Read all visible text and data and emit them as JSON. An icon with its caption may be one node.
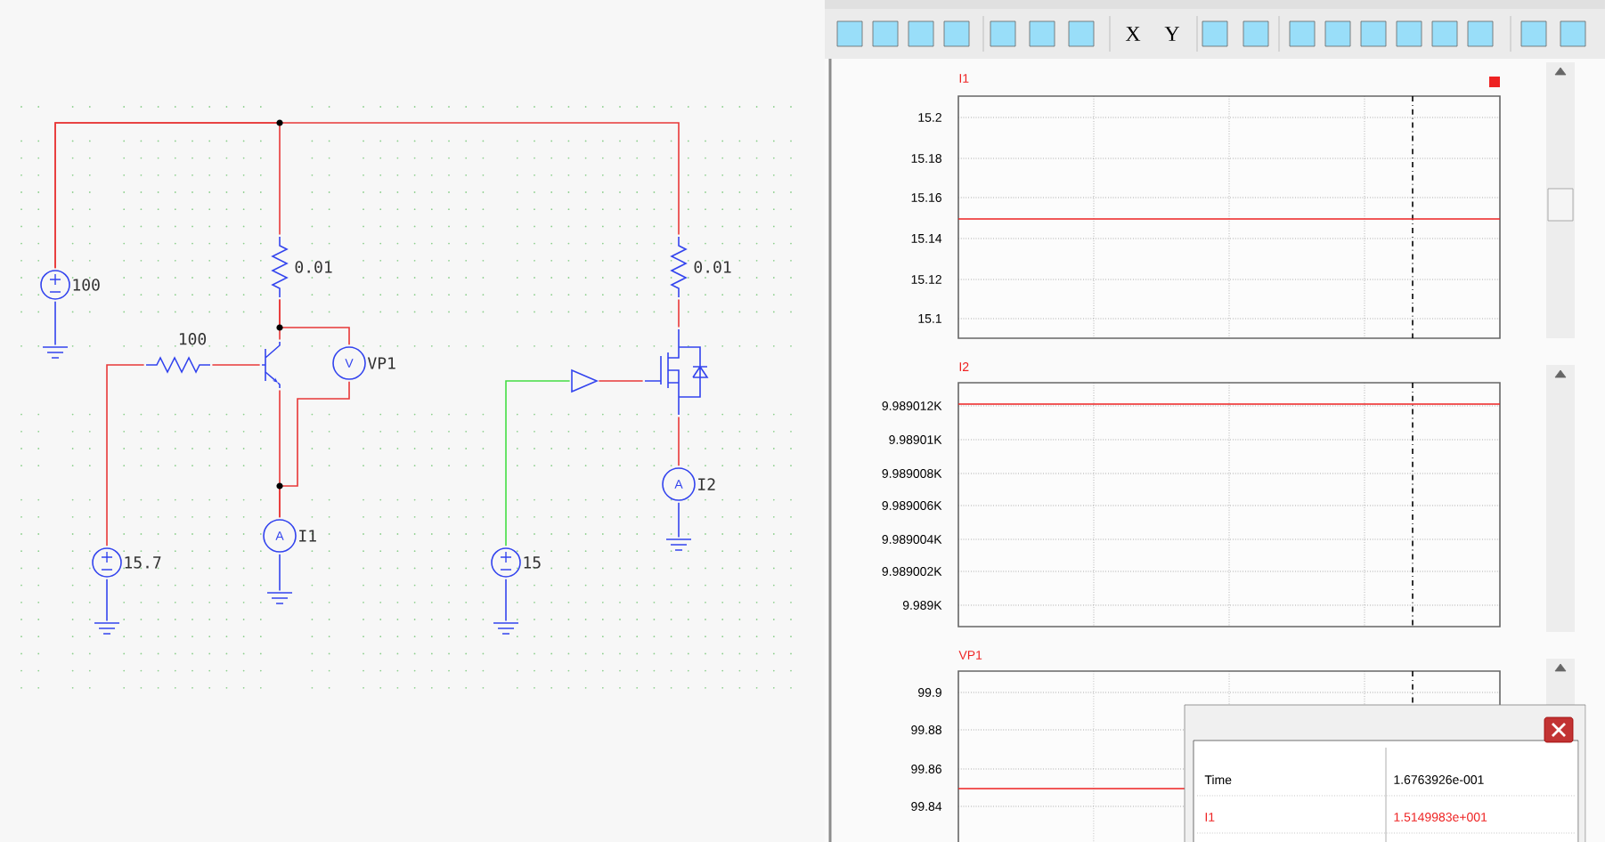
{
  "diagram": {
    "nodes": [
      {
        "text": [
          "100"
        ]
      },
      {
        "text": [
          "0.01"
        ]
      },
      {
        "text": [
          "100"
        ]
      },
      {
        "text": [],
        "shape": "transistor"
      },
      {
        "text": [
          "V",
          "VP1"
        ]
      },
      {
        "text": [
          "15.7"
        ]
      },
      {
        "text": [
          "A",
          "I1"
        ]
      },
      {
        "text": [
          "0.01"
        ]
      },
      {
        "text": [],
        "shape": "transistor"
      },
      {
        "text": [],
        "shape": "triangle"
      },
      {
        "text": [
          "15"
        ]
      },
      {
        "text": [
          "A",
          "I2"
        ]
      },
      {
        "text": [],
        "shape": "ground"
      },
      {
        "text": [],
        "shape": "ground"
      },
      {
        "text": [],
        "shape": "ground"
      },
      {
        "text": [],
        "shape": "ground"
      },
      {
        "text": [],
        "shape": "ground"
      }
    ],
    "edges": [
      {
        "from": 0,
        "to": 1,
        "arrow": "none"
      },
      {
        "from": 0,
        "to": 7,
        "arrow": "none"
      },
      {
        "from": 1,
        "to": 3,
        "arrow": "none"
      },
      {
        "from": 1,
        "to": 4,
        "arrow": "none"
      },
      {
        "from": 5,
        "to": 2,
        "arrow": "none"
      },
      {
        "from": 2,
        "to": 3,
        "arrow": "none"
      },
      {
        "from": 3,
        "to": 6,
        "arrow": "none"
      },
      {
        "from": 4,
        "to": 6,
        "arrow": "none"
      },
      {
        "from": 7,
        "to": 8,
        "arrow": "none"
      },
      {
        "from": 10,
        "to": 9,
        "arrow": "none",
        "color": "#44dd44"
      },
      {
        "from": 9,
        "to": 8,
        "arrow": "none"
      },
      {
        "from": 8,
        "to": 11,
        "arrow": "none"
      },
      {
        "from": 0,
        "to": 12,
        "arrow": "none",
        "color": "#3344ee"
      },
      {
        "from": 5,
        "to": 13,
        "arrow": "none",
        "color": "#3344ee"
      },
      {
        "from": 6,
        "to": 14,
        "arrow": "none",
        "color": "#3344ee"
      },
      {
        "from": 10,
        "to": 15,
        "arrow": "none",
        "color": "#3344ee"
      },
      {
        "from": 11,
        "to": 16,
        "arrow": "none",
        "color": "#3344ee"
      }
    ],
    "labels": [
      "X",
      "Y",
      "I1",
      "15.2",
      "15.18",
      "15.16",
      "15.14",
      "15.12",
      "15.1",
      "I2",
      "9.989012K",
      "9.98901K",
      "9.989008K",
      "9.989006K",
      "9.989004K",
      "9.989002K",
      "9.989K",
      "VP1",
      "99.9",
      "99.88",
      "99.86",
      "99.84",
      "Time",
      "1.6763926e-001",
      "I1",
      "1.5149983e+001"
    ]
  }
}
